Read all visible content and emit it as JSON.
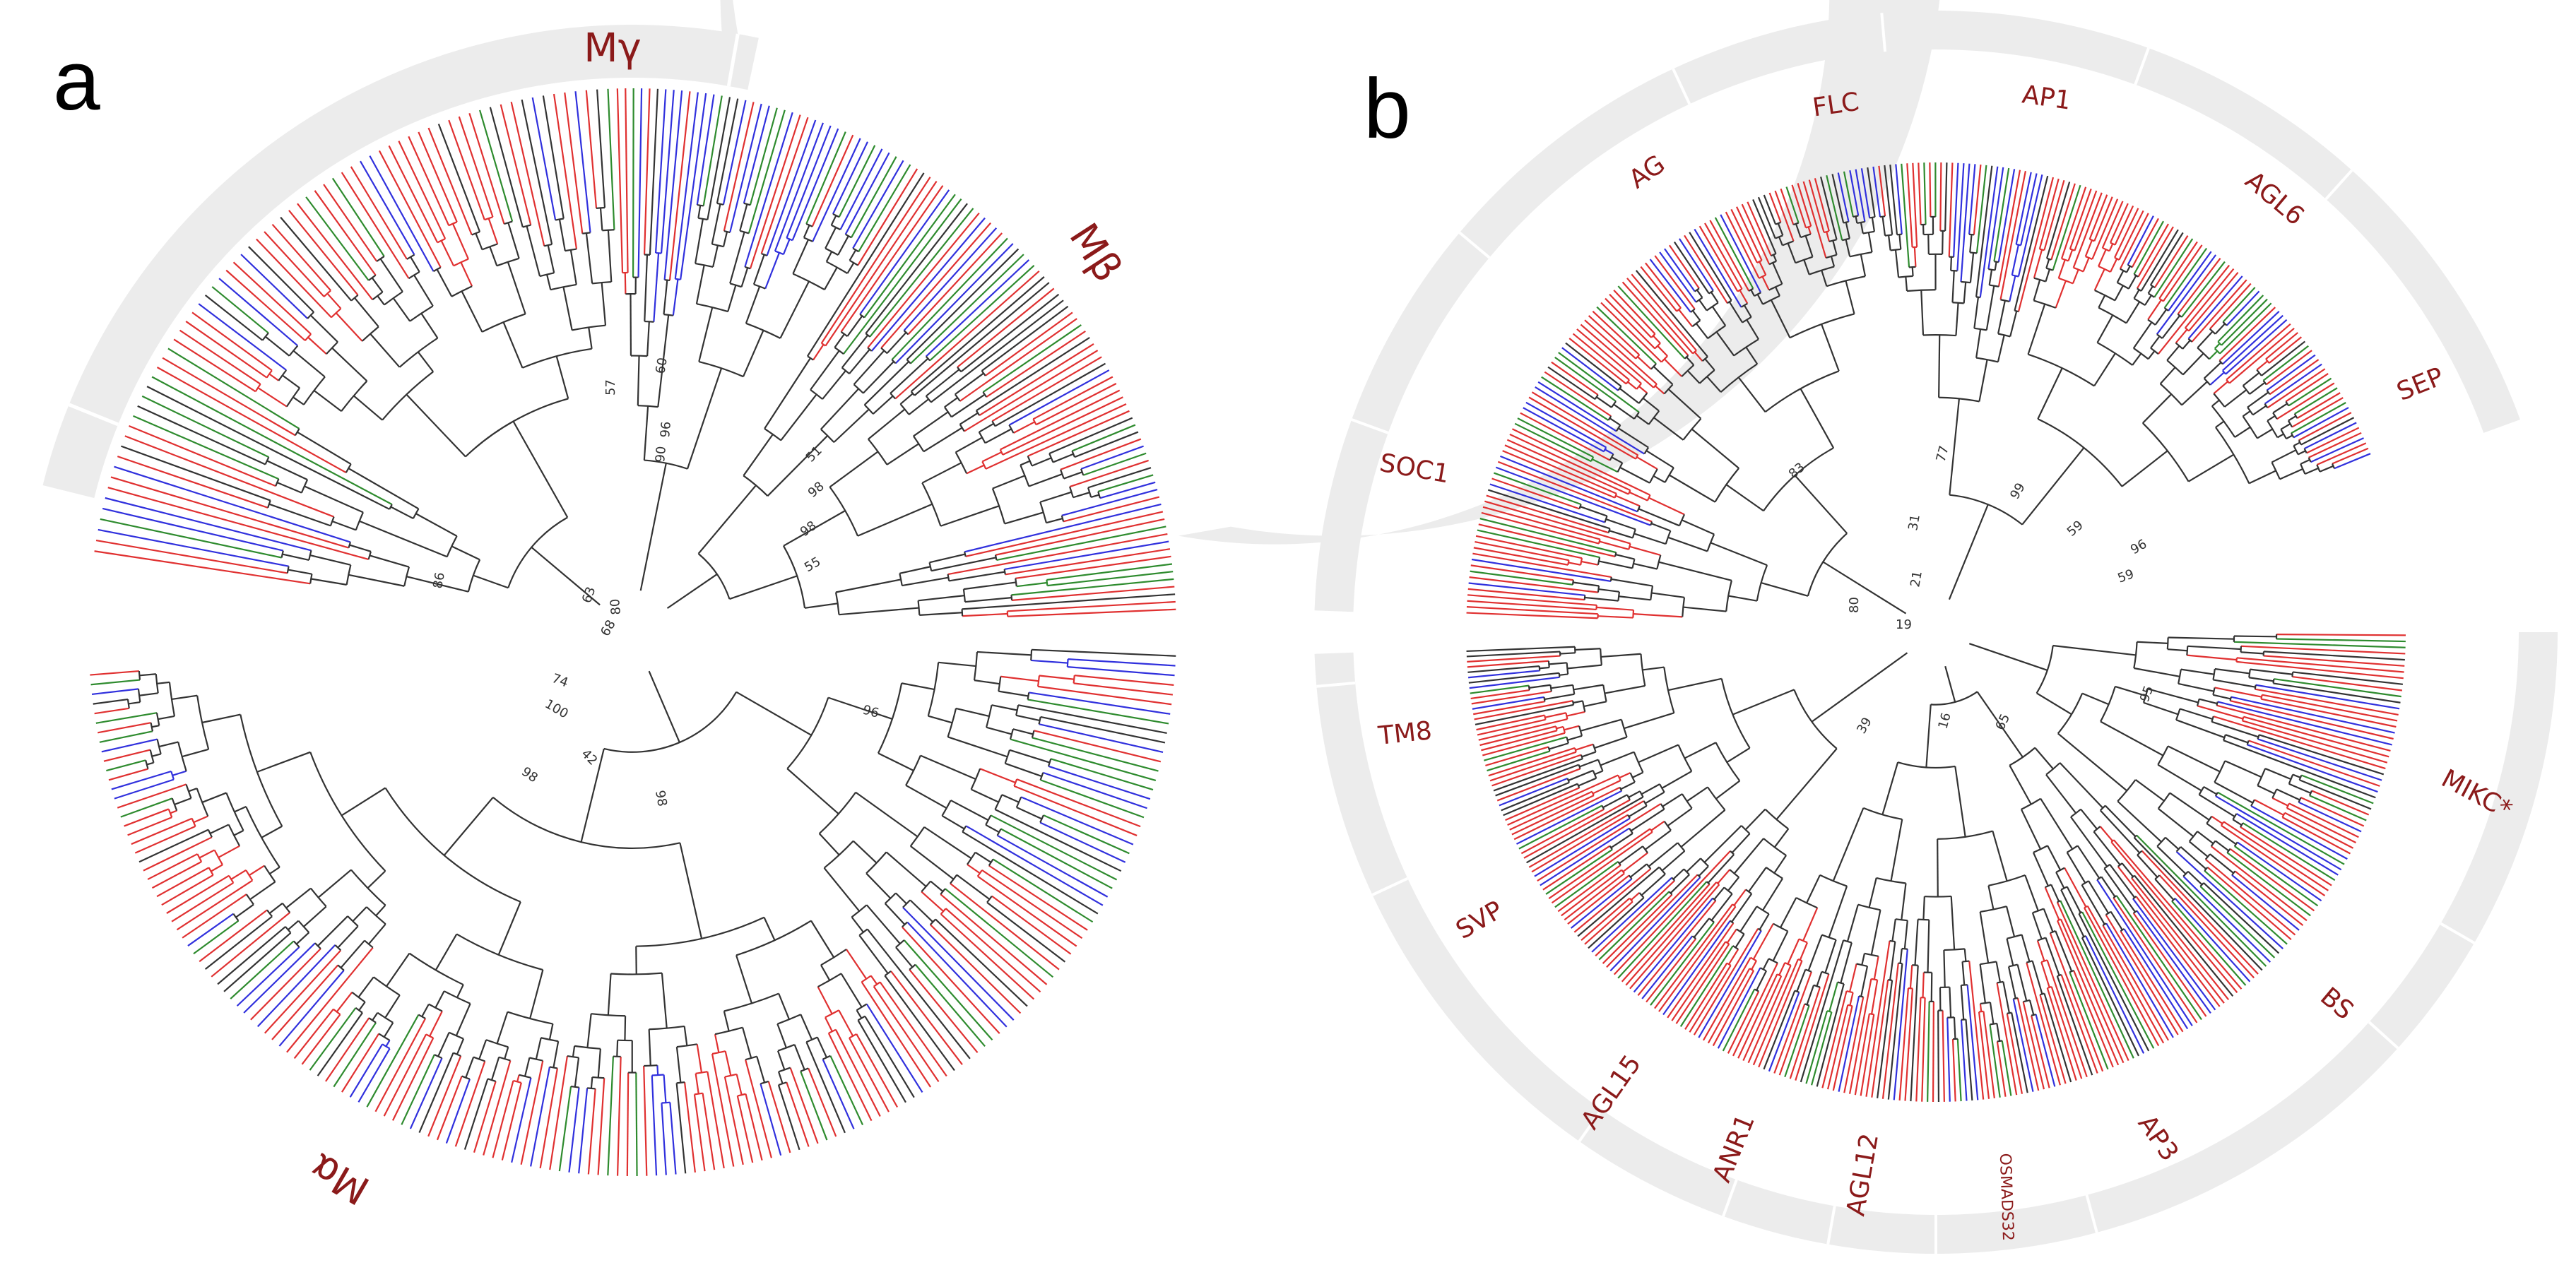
{
  "panels": [
    {
      "id": "a",
      "letter": "a",
      "clades": [
        {
          "label": "Mγ"
        },
        {
          "label": "Mβ"
        },
        {
          "label": "Mα"
        }
      ],
      "supports": [
        "86",
        "63",
        "68",
        "80",
        "100",
        "74",
        "42",
        "98",
        "98",
        "55",
        "98",
        "98",
        "51",
        "96",
        "90",
        "96",
        "57",
        "60"
      ]
    },
    {
      "id": "b",
      "letter": "b",
      "clades": [
        {
          "label": "AG"
        },
        {
          "label": "FLC"
        },
        {
          "label": "AP1"
        },
        {
          "label": "AGL6"
        },
        {
          "label": "SEP"
        },
        {
          "label": "SOC1"
        },
        {
          "label": "TM8"
        },
        {
          "label": "SVP"
        },
        {
          "label": "AGL15"
        },
        {
          "label": "ANR1"
        },
        {
          "label": "AGL12"
        },
        {
          "label": "OSMADS32"
        },
        {
          "label": "AP3"
        },
        {
          "label": "BS"
        },
        {
          "label": "MIKC*"
        }
      ],
      "supports": [
        "83",
        "77",
        "31",
        "99",
        "59",
        "96",
        "59",
        "21",
        "19",
        "80",
        "39",
        "16",
        "65",
        "95"
      ]
    }
  ],
  "colors": {
    "ring": "#ececec",
    "label": "#8b1a1a",
    "branch_default": "#333333",
    "branch_red": "#e03030",
    "branch_blue": "#3030dd",
    "branch_green": "#2e8b2e"
  }
}
